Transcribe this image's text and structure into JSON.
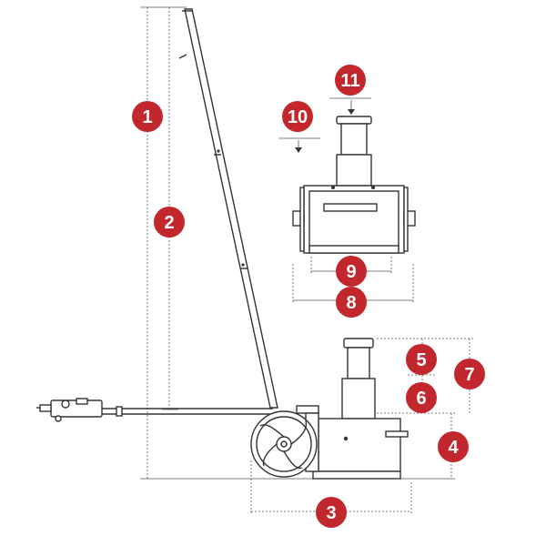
{
  "colors": {
    "badge": "#c1272d",
    "line": "#333333",
    "background": "#ffffff"
  },
  "callouts": [
    {
      "id": "1",
      "label": "1"
    },
    {
      "id": "2",
      "label": "2"
    },
    {
      "id": "3",
      "label": "3"
    },
    {
      "id": "4",
      "label": "4"
    },
    {
      "id": "5",
      "label": "5"
    },
    {
      "id": "6",
      "label": "6"
    },
    {
      "id": "7",
      "label": "7"
    },
    {
      "id": "8",
      "label": "8"
    },
    {
      "id": "9",
      "label": "9"
    },
    {
      "id": "10",
      "label": "10"
    },
    {
      "id": "11",
      "label": "11"
    }
  ]
}
